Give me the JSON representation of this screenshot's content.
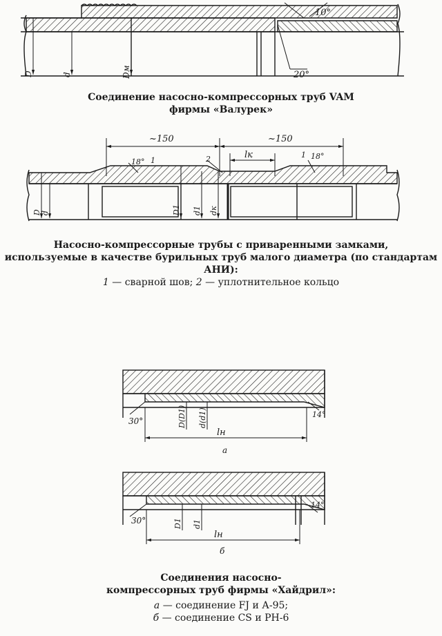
{
  "fig1": {
    "angle_top": "10°",
    "angle_bottom": "20°",
    "label_D": "D",
    "label_d": "d",
    "label_Dm": "Dм",
    "caption_line1": "Соединение насосно-компрессорных труб VAM",
    "caption_line2": "фирмы «Валурек»"
  },
  "fig2": {
    "dim_left": "~150",
    "dim_right": "~150",
    "dim_lk": "lк",
    "angle_left": "18°",
    "angle_right": "18°",
    "mark_1": "1",
    "mark_2": "2",
    "mark_1b": "1",
    "label_D": "D",
    "label_d": "d",
    "label_D1": "D1",
    "label_d1": "d1",
    "label_dk": "dк",
    "caption_line1": "Насосно-компрессорные трубы с приваренными замками,",
    "caption_line2": "используемые в качестве бурильных труб малого диаметра (по стандартам АНИ):",
    "legend_1_num": "1",
    "legend_1_text": "— сварной шов;",
    "legend_2_num": "2",
    "legend_2_text": "— уплотнительное кольцо"
  },
  "fig3a": {
    "angle_left": "30°",
    "angle_right": "14°",
    "label_D": "D(D1)",
    "label_d": "d(d1)",
    "dim_ln": "lн",
    "sub": "а"
  },
  "fig3b": {
    "angle_left": "30°",
    "angle_right": "14°",
    "label_D1": "D1",
    "label_d1": "d1",
    "dim_ln": "lн",
    "sub": "б"
  },
  "fig3": {
    "caption_line1": "Соединения насосно-",
    "caption_line2": "компрессорных труб фирмы «Хайдрил»:",
    "legend_a_letter": "а",
    "legend_a_text": "— соединение FJ и А-95;",
    "legend_b_letter": "б",
    "legend_b_text": "— соединение CS и PH-6"
  }
}
